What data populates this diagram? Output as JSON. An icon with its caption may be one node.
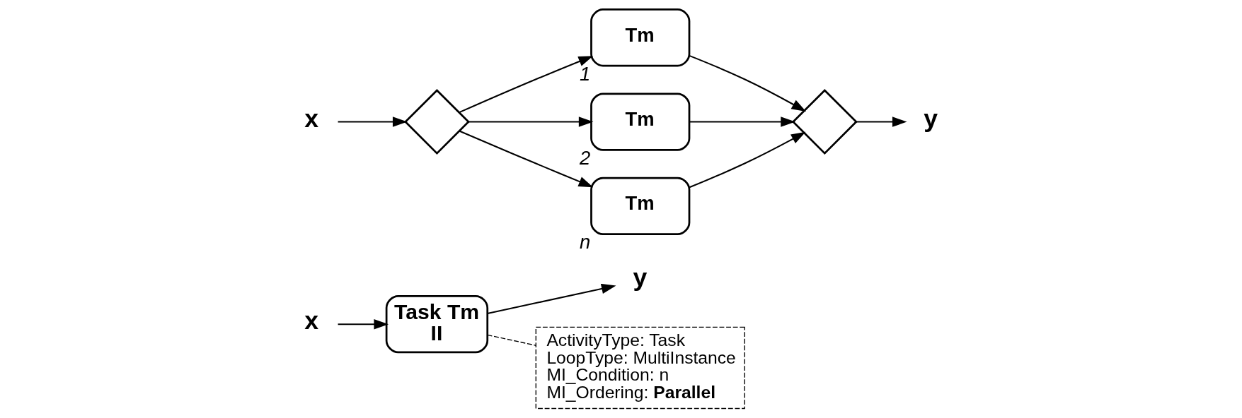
{
  "diagram": {
    "nodes": [
      {
        "text": [
          "x"
        ]
      },
      {
        "text": [
          "Task Tm",
          "II"
        ]
      },
      {
        "text": [
          "y"
        ]
      },
      {
        "text": [
          "ActivityType: Task LoopType: MultiInstance MI_Condition: n MI_Ordering: **Parallel**"
        ]
      },
      {
        "text": [
          "x"
        ]
      },
      {
        "text": [],
        "shape": "diamond"
      },
      {
        "text": [
          "Tm"
        ],
        "beside": [
          "1"
        ]
      },
      {
        "text": [
          "Tm"
        ],
        "beside": [
          "2"
        ]
      },
      {
        "text": [
          "Tm"
        ],
        "beside": [
          "n"
        ]
      },
      {
        "text": [],
        "shape": "diamond"
      },
      {
        "text": [
          "y"
        ]
      }
    ],
    "edges": [
      {
        "from": 0,
        "to": 1,
        "arrow": "to"
      },
      {
        "from": 1,
        "to": 2,
        "arrow": "to"
      },
      {
        "from": 1,
        "to": 3,
        "arrow": "none",
        "style": "dashed"
      },
      {
        "from": 4,
        "to": 5,
        "arrow": "to"
      },
      {
        "from": 5,
        "to": 6,
        "arrow": "to"
      },
      {
        "from": 5,
        "to": 7,
        "arrow": "to"
      },
      {
        "from": 5,
        "to": 8,
        "arrow": "to"
      },
      {
        "from": 6,
        "to": 9,
        "arrow": "to"
      },
      {
        "from": 7,
        "to": 9,
        "arrow": "to"
      },
      {
        "from": 8,
        "to": 9,
        "arrow": "to"
      },
      {
        "from": 9,
        "to": 10,
        "arrow": "to"
      }
    ]
  }
}
